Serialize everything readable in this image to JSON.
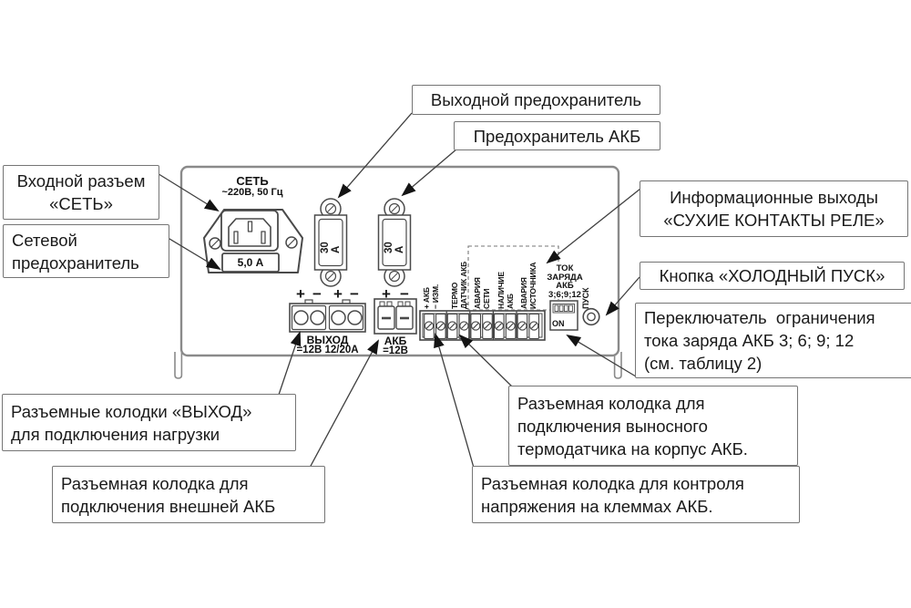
{
  "colors": {
    "ink": "#1a1a1a",
    "line": "#3f3f3f",
    "panel_border": "#8a8a8a"
  },
  "callouts": {
    "output_fuse": "Выходной предохранитель",
    "battery_fuse": "Предохранитель АКБ",
    "mains_input": "Входной разъем\n«СЕТЬ»",
    "mains_fuse": "Сетевой\nпредохранитель",
    "info_outputs": "Информационные выходы\n«СУХИЕ КОНТАКТЫ РЕЛЕ»",
    "cold_start": "Кнопка «ХОЛОДНЫЙ ПУСК»",
    "charge_switch": "Переключатель  ограничения\nтока заряда АКБ 3; 6; 9; 12\n(см. таблицу 2)",
    "output_blocks": "Разъемные колодки «ВЫХОД»\nдля подключения нагрузки",
    "battery_block": "Разъемная колодка для\nподключения внешней АКБ",
    "thermo_block": "Разъемная колодка для\nподключения выносного\nтермодатчика на корпус АКБ.",
    "voltage_block": "Разъемная колодка для контроля\nнапряжения на клеммах АКБ."
  },
  "panel": {
    "mains": {
      "title": "СЕТЬ",
      "spec": "~220В, 50 Гц",
      "fuse_rating": "5,0 А"
    },
    "fuses": [
      "30 А",
      "30 А"
    ],
    "output": {
      "polarity": [
        "+",
        "−",
        "+",
        "−"
      ],
      "label": "ВЫХОД",
      "rating": "=12В 12/20А"
    },
    "battery": {
      "polarity": [
        "+",
        "−"
      ],
      "label": "АКБ",
      "rating": "=12В"
    },
    "strip": [
      [
        "+ АКБ",
        "− ИЗМ."
      ],
      [
        "ТЕРМО",
        "ДАТЧИК АКБ"
      ],
      [
        "АВАРИЯ",
        "СЕТИ"
      ],
      [
        "НАЛИЧИЕ",
        "АКБ"
      ],
      [
        "АВАРИЯ",
        "ИСТОЧНИКА"
      ]
    ],
    "dip": {
      "label": "ТОК\nЗАРЯДА\nАКБ\n3;6;9;12",
      "on": "ON"
    },
    "start_button": "ПУСК"
  }
}
